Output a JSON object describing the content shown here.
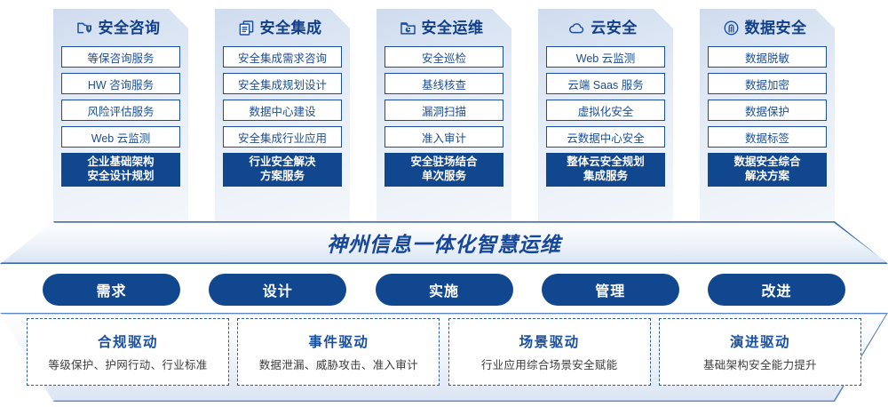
{
  "columns": [
    {
      "icon": "folder-shield-icon",
      "title": "安全咨询",
      "items": [
        "等保咨询服务",
        "HW 咨询服务",
        "风险评估服务",
        "Web 云监测"
      ],
      "highlight": [
        "企业基础架构",
        "安全设计规划"
      ]
    },
    {
      "icon": "stacked-documents-icon",
      "title": "安全集成",
      "items": [
        "安全集成需求咨询",
        "安全集成规划设计",
        "数据中心建设",
        "安全集成行业应用"
      ],
      "highlight": [
        "行业安全解决",
        "方案服务"
      ]
    },
    {
      "icon": "folder-chart-icon",
      "title": "安全运维",
      "items": [
        "安全巡检",
        "基线核查",
        "漏洞扫描",
        "准入审计"
      ],
      "highlight": [
        "安全驻场结合",
        "单次服务"
      ]
    },
    {
      "icon": "cloud-icon",
      "title": "云安全",
      "items": [
        "Web 云监测",
        "云端 Saas 服务",
        "虚拟化安全",
        "云数据中心安全"
      ],
      "highlight": [
        "整体云安全规划",
        "集成服务"
      ]
    },
    {
      "icon": "fingerprint-icon",
      "title": "数据安全",
      "items": [
        "数据脱敏",
        "数据加密",
        "数据保护",
        "数据标签"
      ],
      "highlight": [
        "数据安全综合",
        "解决方案"
      ]
    }
  ],
  "banner": {
    "text": "神州信息一体化智慧运维"
  },
  "phases": [
    {
      "label": "需求"
    },
    {
      "label": "设计"
    },
    {
      "label": "实施"
    },
    {
      "label": "管理"
    },
    {
      "label": "改进"
    }
  ],
  "drivers": [
    {
      "title": "合规驱动",
      "subtitle": "等级保护、护网行动、行业标准"
    },
    {
      "title": "事件驱动",
      "subtitle": "数据泄漏、威胁攻击、准入审计"
    },
    {
      "title": "场景驱动",
      "subtitle": "行业应用综合场景安全赋能"
    },
    {
      "title": "演进驱动",
      "subtitle": "基础架构安全能力提升"
    }
  ],
  "colors": {
    "primary": "#11478f",
    "accent": "#1a4fa0",
    "border": "#1d4e9b",
    "panel_light": "#eaf0f8"
  }
}
